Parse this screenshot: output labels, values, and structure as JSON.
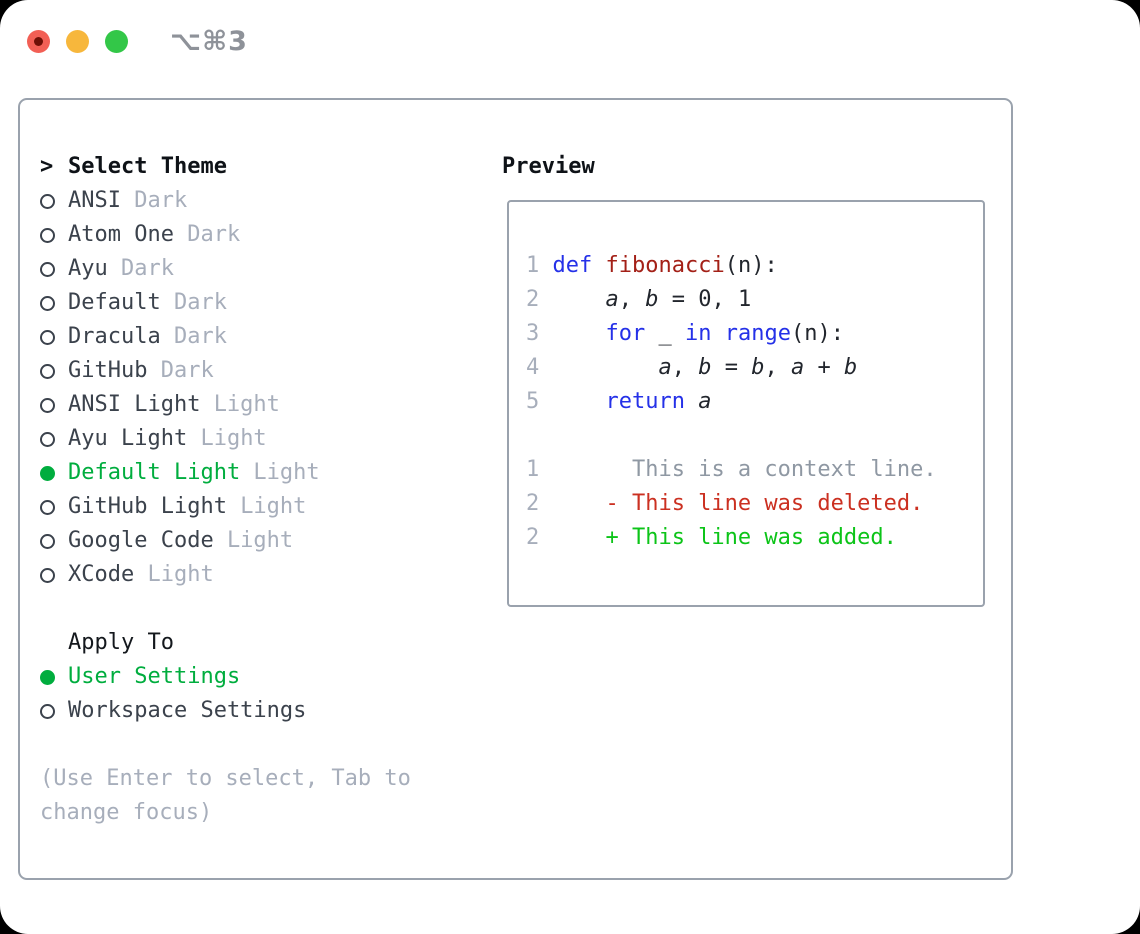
{
  "titlebar": {
    "title": "⌥⌘3",
    "traffic_lights": [
      "close",
      "minimize",
      "zoom"
    ]
  },
  "window": {
    "select_prompt": ">",
    "select_label": "Select Theme",
    "themes": [
      {
        "name": "ANSI",
        "variant": "Dark",
        "selected": false
      },
      {
        "name": "Atom One",
        "variant": "Dark",
        "selected": false
      },
      {
        "name": "Ayu",
        "variant": "Dark",
        "selected": false
      },
      {
        "name": "Default",
        "variant": "Dark",
        "selected": false
      },
      {
        "name": "Dracula",
        "variant": "Dark",
        "selected": false
      },
      {
        "name": "GitHub",
        "variant": "Dark",
        "selected": false
      },
      {
        "name": "ANSI Light",
        "variant": "Light",
        "selected": false
      },
      {
        "name": "Ayu Light",
        "variant": "Light",
        "selected": false
      },
      {
        "name": "Default Light",
        "variant": "Light",
        "selected": true
      },
      {
        "name": "GitHub Light",
        "variant": "Light",
        "selected": false
      },
      {
        "name": "Google Code",
        "variant": "Light",
        "selected": false
      },
      {
        "name": "XCode",
        "variant": "Light",
        "selected": false
      }
    ],
    "apply_to_label": "Apply To",
    "apply_options": [
      {
        "label": "User Settings",
        "selected": true
      },
      {
        "label": "Workspace Settings",
        "selected": false
      }
    ],
    "hint_lines": [
      "(Use Enter to select, Tab to",
      "change focus)"
    ]
  },
  "preview": {
    "label": "Preview",
    "lines": [
      {
        "num": "1",
        "segs": [
          {
            "t": "def",
            "c": "keyword"
          },
          {
            "t": " ",
            "c": "plain"
          },
          {
            "t": "fibonacci",
            "c": "function"
          },
          {
            "t": "(n):",
            "c": "plain"
          }
        ]
      },
      {
        "num": "2",
        "segs": [
          {
            "t": "    ",
            "c": "plain"
          },
          {
            "t": "a",
            "c": "variable"
          },
          {
            "t": ", ",
            "c": "plain"
          },
          {
            "t": "b",
            "c": "variable"
          },
          {
            "t": " = 0, 1",
            "c": "plain"
          }
        ]
      },
      {
        "num": "3",
        "segs": [
          {
            "t": "    ",
            "c": "plain"
          },
          {
            "t": "for",
            "c": "keyword"
          },
          {
            "t": " _ ",
            "c": "plain"
          },
          {
            "t": "in",
            "c": "keyword"
          },
          {
            "t": " ",
            "c": "plain"
          },
          {
            "t": "range",
            "c": "keyword"
          },
          {
            "t": "(n):",
            "c": "plain"
          }
        ]
      },
      {
        "num": "4",
        "segs": [
          {
            "t": "        ",
            "c": "plain"
          },
          {
            "t": "a",
            "c": "variable"
          },
          {
            "t": ", ",
            "c": "plain"
          },
          {
            "t": "b",
            "c": "variable"
          },
          {
            "t": " = ",
            "c": "plain"
          },
          {
            "t": "b",
            "c": "variable"
          },
          {
            "t": ", ",
            "c": "plain"
          },
          {
            "t": "a",
            "c": "variable"
          },
          {
            "t": " + ",
            "c": "plain"
          },
          {
            "t": "b",
            "c": "variable"
          }
        ]
      },
      {
        "num": "5",
        "segs": [
          {
            "t": "    ",
            "c": "plain"
          },
          {
            "t": "return",
            "c": "keyword"
          },
          {
            "t": " ",
            "c": "plain"
          },
          {
            "t": "a",
            "c": "variable"
          }
        ]
      },
      {
        "num": "",
        "segs": []
      },
      {
        "num": "1",
        "segs": [
          {
            "t": "      ",
            "c": "plain"
          },
          {
            "t": "This is a context line.",
            "c": "context"
          }
        ]
      },
      {
        "num": "2",
        "segs": [
          {
            "t": "    ",
            "c": "plain"
          },
          {
            "t": "- This line was deleted.",
            "c": "deleted"
          }
        ]
      },
      {
        "num": "2",
        "segs": [
          {
            "t": "    ",
            "c": "plain"
          },
          {
            "t": "+ This line was added.",
            "c": "added"
          }
        ]
      }
    ]
  },
  "colors": {
    "selected_green": "#00ad3e",
    "keyword_blue": "#2531e8",
    "function_red": "#a32017",
    "diff_deleted_red": "#cb3021",
    "diff_added_green": "#0cc418",
    "muted_gray": "#a7aebb",
    "context_gray": "#8f98a3",
    "text_dark": "#3b424c",
    "heading_black": "#0e1217",
    "border_gray": "#9aa2ad",
    "title_gray": "#8e9299",
    "traffic_red": "#f25f55",
    "traffic_yellow": "#f7b73c",
    "traffic_green": "#33c748"
  }
}
